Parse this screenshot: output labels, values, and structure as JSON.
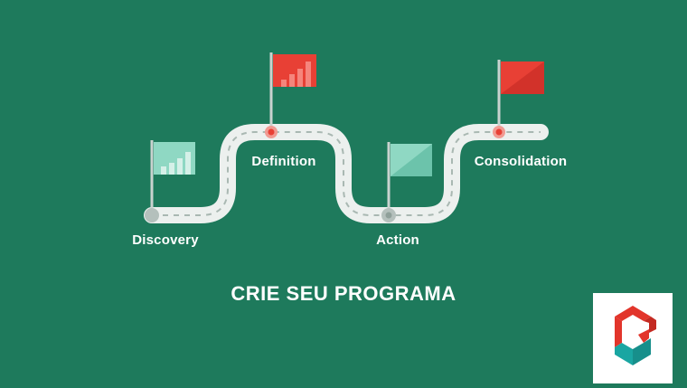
{
  "title": "CRIE SEU PROGRAMA",
  "stages": [
    {
      "label": "Discovery",
      "flag": "green-chart-flag"
    },
    {
      "label": "Definition",
      "flag": "red-chart-flag"
    },
    {
      "label": "Action",
      "flag": "green-plain-flag"
    },
    {
      "label": "Consolidation",
      "flag": "red-plain-flag"
    }
  ],
  "colors": {
    "background": "#1e7a5c",
    "road": "#ecf0ee",
    "flag_red": "#e84035",
    "flag_green": "#8fd8c3",
    "logo_red": "#e2352b",
    "logo_teal": "#1aa6a2"
  }
}
